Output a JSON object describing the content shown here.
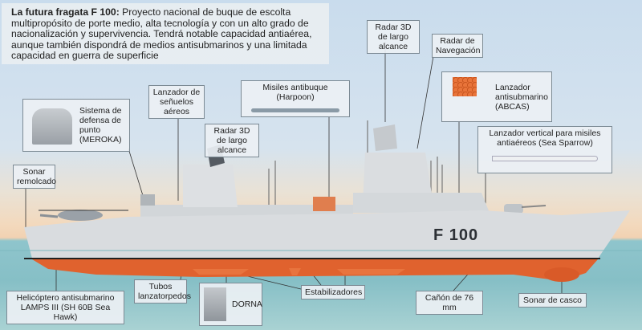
{
  "intro": {
    "title": "La futura fragata F 100:",
    "body": "Proyecto nacional de buque de escolta multipropósito de porte medio, alta tecnología y con un alto grado de nacionalización y supervivencia. Tendrá notable capacidad antiaérea, aunque también dispondrá de medios antisubmarinos y una limitada capacidad en guerra de superficie"
  },
  "hull_marking": "F 100",
  "labels": {
    "sonar_remolcado": "Sonar remolcado",
    "meroka": "Sistema de defensa de punto (MEROKA)",
    "senuelos": "Lanzador de señuelos aéreos",
    "radar3d_small": "Radar 3D de largo alcance",
    "harpoon": "Misiles antibuque (Harpoon)",
    "radar3d_main": "Radar 3D de largo alcance",
    "radar_nav": "Radar de Navegación",
    "abcas": "Lanzador antisubmarino (ABCAS)",
    "sea_sparrow": "Lanzador vertical para misiles antiaéreos (Sea Sparrow)",
    "helicoptero": "Helicóptero antisubmarino LAMPS III (SH 60B Sea Hawk)",
    "tubos": "Tubos lanzatorpedos",
    "dorna": "DORNA",
    "estabilizadores": "Estabilizadores",
    "canon": "Cañón de 76 mm",
    "sonar_casco": "Sonar de casco"
  },
  "colors": {
    "hull_grey": "#d9dcdf",
    "hull_red": "#e0622e",
    "sea": "#86bfc6"
  }
}
